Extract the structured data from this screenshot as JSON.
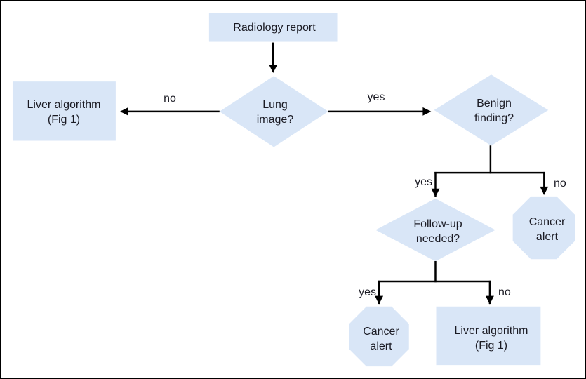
{
  "colors": {
    "node_fill": "#d9e6f7",
    "line_color": "#000000",
    "text_color": "#1b1b24",
    "canvas_background": "#ffffff",
    "canvas_border": "#000000"
  },
  "nodes": {
    "radiology_report": {
      "shape": "rectangle",
      "label": "Radiology report"
    },
    "lung_image": {
      "shape": "diamond",
      "label": "Lung\nimage?"
    },
    "liver_algorithm_left": {
      "shape": "rectangle",
      "label": "Liver algorithm\n(Fig 1)"
    },
    "benign_finding": {
      "shape": "diamond",
      "label": "Benign\nfinding?"
    },
    "follow_up_needed": {
      "shape": "diamond",
      "label": "Follow-up\nneeded?"
    },
    "cancer_alert_top": {
      "shape": "octagon",
      "label": "Cancer\nalert"
    },
    "cancer_alert_bottom": {
      "shape": "octagon",
      "label": "Cancer\nalert"
    },
    "liver_algorithm_bottom": {
      "shape": "rectangle",
      "label": "Liver algorithm\n(Fig 1)"
    }
  },
  "edge_labels": {
    "lung_no": "no",
    "lung_yes": "yes",
    "benign_yes": "yes",
    "benign_no": "no",
    "followup_yes": "yes",
    "followup_no": "no"
  }
}
